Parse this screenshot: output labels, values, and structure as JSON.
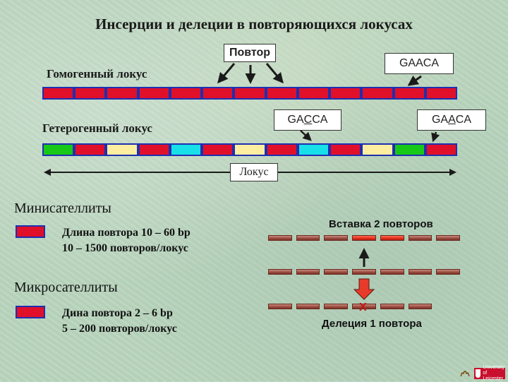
{
  "title": "Инсерции и делеции в повторяющихся локусах",
  "homogeneous": {
    "label": "Гомогенный локус",
    "repeat_box": "Повтор",
    "seq_box": "GAACA",
    "cells": [
      "red",
      "red",
      "red",
      "red",
      "red",
      "red",
      "red",
      "red",
      "red",
      "red",
      "red",
      "red",
      "red"
    ]
  },
  "heterogeneous": {
    "label": "Гетерогенный локус",
    "seq_box1": {
      "pre": "GA",
      "u": "C",
      "post": "CA"
    },
    "seq_box2": {
      "pre": "GA",
      "u": "A",
      "post": "CA"
    },
    "cells": [
      "green",
      "red",
      "yellow",
      "red",
      "cyan",
      "red",
      "yellow",
      "red",
      "cyan",
      "red",
      "yellow",
      "green",
      "red"
    ]
  },
  "locus_label": "Локус",
  "minisatellites": {
    "heading": "Минисателлиты",
    "line1": "Длина повтора 10 – 60 bp",
    "line2": "10 – 1500 повторов/локус"
  },
  "microsatellites": {
    "heading": "Микросателлиты",
    "line1": "Дина повтора 2 – 6 bp",
    "line2": "5 – 200 повторов/локус"
  },
  "insertion_caption": "Вставка 2 повторов",
  "deletion_caption": "Делеция 1 повтора",
  "deletion_mark": "X",
  "logo_text": {
    "line1": "University of",
    "line2": "Leicester"
  },
  "colors": {
    "red": "#e0102a",
    "green": "#18c818",
    "yellow": "#ffeea0",
    "cyan": "#18e0e8",
    "outline": "#1f2fb0",
    "arrow": "#1a1a1a",
    "deletion_arrow": "#e83a2a"
  }
}
